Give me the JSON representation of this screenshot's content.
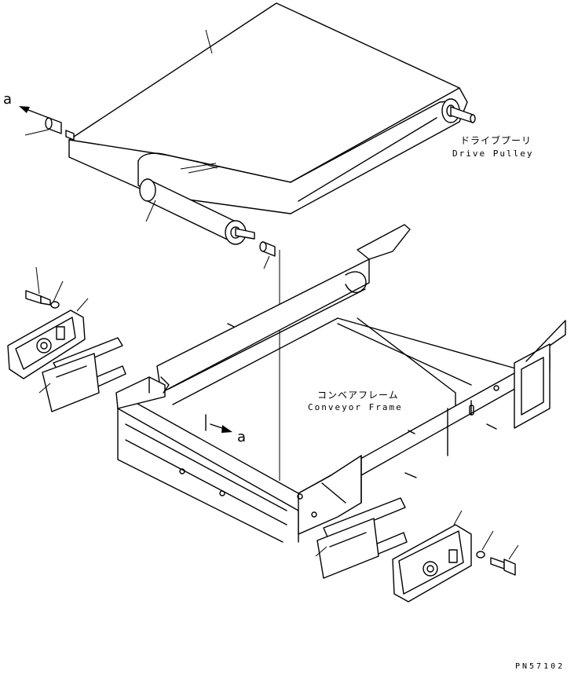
{
  "labels": {
    "drive_pulley_jp": "ドライブプーリ",
    "drive_pulley_en": "Drive Pulley",
    "conveyor_frame_jp": "コンベアフレーム",
    "conveyor_frame_en": "Conveyor Frame",
    "view_a_top": "a",
    "view_a_frame": "a",
    "drawing_code": "PN57102"
  },
  "icons": {
    "arrow": "arrow-icon"
  }
}
